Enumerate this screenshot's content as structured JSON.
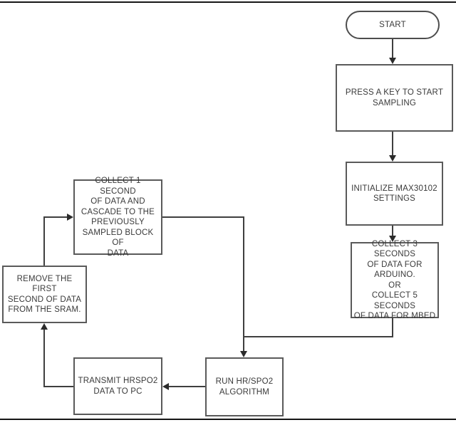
{
  "diagram": {
    "type": "flowchart",
    "colors": {
      "background": "#ffffff",
      "node_border": "#5a5a5a",
      "terminator_border": "#4d4d4d",
      "connector": "#3f3f3f",
      "arrowhead": "#2b2b2b",
      "text": "#3a3a3a",
      "frame": "#161616"
    },
    "nodes": [
      {
        "id": "start",
        "shape": "terminator",
        "label": "START"
      },
      {
        "id": "press-key",
        "shape": "process",
        "label": "PRESS A KEY TO START\nSAMPLING"
      },
      {
        "id": "initialize-max30102",
        "shape": "process",
        "label": "INITIALIZE MAX30102\nSETTINGS"
      },
      {
        "id": "collect-3-seconds",
        "shape": "process",
        "label": "COLLECT 3 SECONDS\nOF DATA FOR\nARDUINO.\nOR\nCOLLECT 5 SECONDS\nOF DATA FOR MBED"
      },
      {
        "id": "collect-1-second",
        "shape": "process",
        "label": "COLLECT 1 SECOND\nOF DATA AND\nCASCADE TO THE\nPREVIOUSLY\nSAMPLED BLOCK OF\nDATA"
      },
      {
        "id": "remove-first-second",
        "shape": "process",
        "label": "REMOVE THE FIRST\nSECOND OF DATA\nFROM THE SRAM."
      },
      {
        "id": "transmit-data",
        "shape": "process",
        "label": "TRANSMIT HRSPO2\nDATA TO PC"
      },
      {
        "id": "run-algorithm",
        "shape": "process",
        "label": "RUN HR/SPO2\nALGORITHM"
      }
    ],
    "edges": [
      {
        "from": "start",
        "to": "press-key"
      },
      {
        "from": "press-key",
        "to": "initialize-max30102"
      },
      {
        "from": "initialize-max30102",
        "to": "collect-3-seconds"
      },
      {
        "from": "collect-3-seconds",
        "to": "run-algorithm"
      },
      {
        "from": "collect-1-second",
        "to": "run-algorithm"
      },
      {
        "from": "run-algorithm",
        "to": "transmit-data"
      },
      {
        "from": "transmit-data",
        "to": "remove-first-second"
      },
      {
        "from": "remove-first-second",
        "to": "collect-1-second"
      }
    ]
  }
}
